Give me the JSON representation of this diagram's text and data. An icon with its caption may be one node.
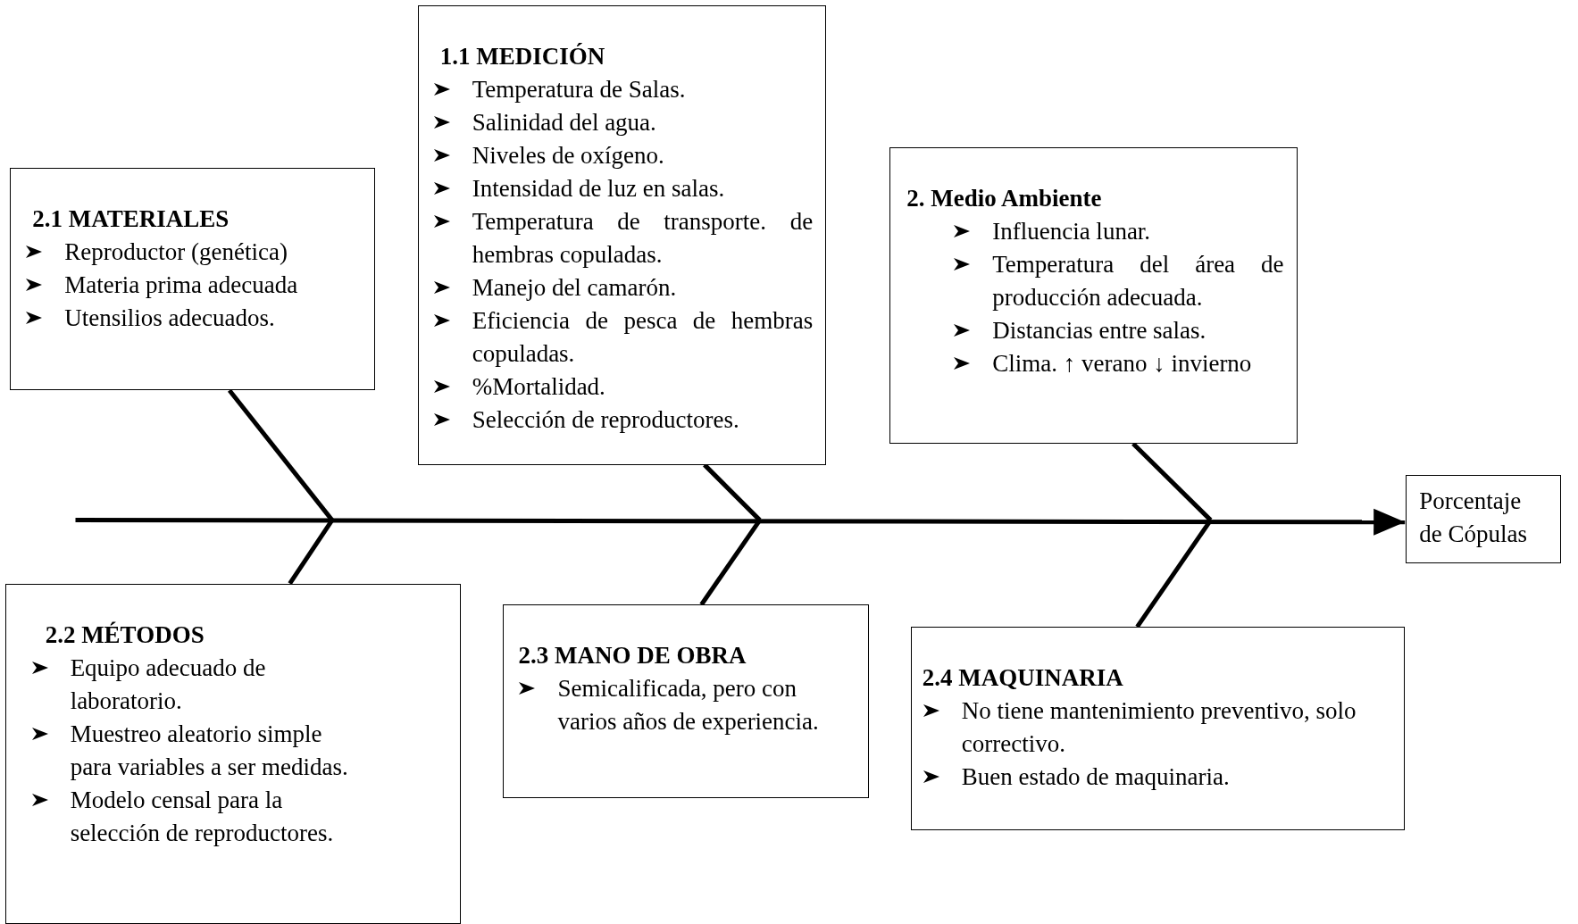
{
  "diagram": {
    "nodes": [
      {
        "text": [
          "2.1 MATERIALES",
          "Reproductor (genética)",
          "Materia prima adecuada",
          "Utensilios adecuados."
        ]
      },
      {
        "text": [
          "1.1 MEDICIÓN",
          "Temperatura de Salas.",
          "Salinidad del agua.",
          "Niveles de oxígeno.",
          "Intensidad de luz en salas.",
          "Temperatura de transporte. de hembras copuladas.",
          "Manejo del camarón.",
          "Eficiencia de pesca de hembras copuladas.",
          "%Mortalidad.",
          "Selección de reproductores."
        ]
      },
      {
        "text": [
          "2. Medio Ambiente",
          "Influencia lunar.",
          "Temperatura del área de producción adecuada.",
          "Distancias entre salas.",
          "Clima. ↑ verano ↓ invierno"
        ]
      },
      {
        "text": [
          "2.2 MÉTODOS",
          "Equipo adecuado de laboratorio.",
          "Muestreo aleatorio simple para variables a ser medidas.",
          "Modelo censal para la selección de reproductores."
        ]
      },
      {
        "text": [
          "2.3 MANO DE OBRA",
          "Semicalificada, pero con varios años de experiencia."
        ]
      },
      {
        "text": [
          "2.4 MAQUINARIA",
          "No tiene mantenimiento preventivo, solo correctivo.",
          "Buen estado de maquinaria."
        ]
      },
      {
        "text": [
          "Porcentaje de Cópulas"
        ]
      }
    ],
    "edges": [
      {
        "from": null,
        "to": 6,
        "arrow": "to"
      },
      {
        "from": 0,
        "to": null,
        "arrow": "none"
      },
      {
        "from": 3,
        "to": null,
        "arrow": "none"
      },
      {
        "from": 1,
        "to": null,
        "arrow": "none"
      },
      {
        "from": 4,
        "to": null,
        "arrow": "none"
      },
      {
        "from": 2,
        "to": null,
        "arrow": "none"
      },
      {
        "from": 5,
        "to": null,
        "arrow": "none"
      }
    ]
  }
}
